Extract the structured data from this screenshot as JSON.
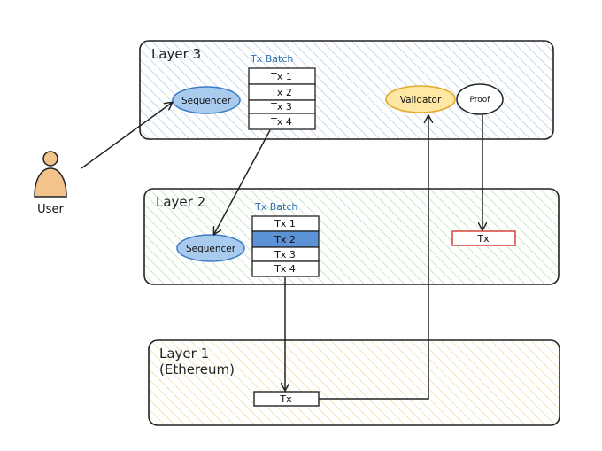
{
  "layers": {
    "layer3": {
      "title": "Layer 3",
      "batch_title": "Tx Batch",
      "sequencer": "Sequencer",
      "validator": "Validator",
      "proof": "Proof",
      "tx": [
        "Tx 1",
        "Tx 2",
        "Tx 3",
        "Tx 4"
      ]
    },
    "layer2": {
      "title": "Layer 2",
      "batch_title": "Tx Batch",
      "sequencer": "Sequencer",
      "proof_tx": "Tx",
      "tx": [
        "Tx 1",
        "Tx 2",
        "Tx 3",
        "Tx 4"
      ],
      "highlighted_tx": "Tx 2"
    },
    "layer1": {
      "title_line1": "Layer 1",
      "title_line2": "(Ethereum)",
      "tx": "Tx"
    }
  },
  "user": {
    "label": "User"
  },
  "colors": {
    "layer3_hatch": "#a9c9e3",
    "layer2_hatch": "#b3dcae",
    "layer1_hatch": "#eadb9a",
    "sequencer_fill": "#a9cbee",
    "sequencer_stroke": "#3d7bc6",
    "validator_fill": "#ffe8a3",
    "validator_stroke": "#e3a92b",
    "highlight_fill": "#5b93d6",
    "red_box": "#d9453b",
    "user_fill": "#f2c38b"
  }
}
